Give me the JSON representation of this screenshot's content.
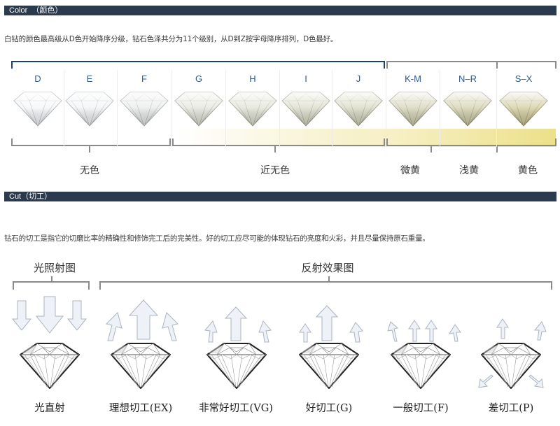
{
  "color_section": {
    "header": "Color  （颜色）",
    "description": "白钻的颜色最高级从D色开始降序分级，钻石色泽共分为11个级别，从D到Z按字母降序排列，D色最好。",
    "grades": [
      {
        "label": "D",
        "tint": "#f4f6f8"
      },
      {
        "label": "E",
        "tint": "#f1f3f5"
      },
      {
        "label": "F",
        "tint": "#ebecec"
      },
      {
        "label": "G",
        "tint": "#e6e7df"
      },
      {
        "label": "H",
        "tint": "#e3e4d8"
      },
      {
        "label": "I",
        "tint": "#dedfcb"
      },
      {
        "label": "J",
        "tint": "#dcdcc4"
      },
      {
        "label": "K-M",
        "tint": "#d8d7b8"
      },
      {
        "label": "N–R",
        "tint": "#d6d3ac"
      },
      {
        "label": "S–X",
        "tint": "#d4cf9c"
      }
    ],
    "categories": [
      {
        "label": "无色",
        "range": "D–F"
      },
      {
        "label": "近无色",
        "range": "G–J"
      },
      {
        "label": "微黄",
        "range": "K–M"
      },
      {
        "label": "浅黄",
        "range": "N–R"
      },
      {
        "label": "黄色",
        "range": "S–X"
      }
    ],
    "colors": {
      "header_bg": "#2c3a4d",
      "grade_text": "#2f5a8f",
      "top_bracket_blue": "#1f3f73",
      "bracket_gray": "#8a8a8a",
      "yellow_band": "#ede39a"
    }
  },
  "cut_section": {
    "header": "Cut（切工）",
    "description": "钻石的切工是指它的切磨比率的精确性和修饰完工后的完美性。好的切工应尽可能的体现钻石的亮度和火彩，并且尽量保持原石重量。",
    "group_labels": {
      "incident": "光照射图",
      "reflection": "反射效果图"
    },
    "grades": [
      {
        "label": "光直射",
        "arrows": "incident"
      },
      {
        "label": "理想切工(EX)",
        "arrows": "ex"
      },
      {
        "label": "非常好切工(VG)",
        "arrows": "vg"
      },
      {
        "label": "好切工(G)",
        "arrows": "g"
      },
      {
        "label": "一般切工(F)",
        "arrows": "f"
      },
      {
        "label": "差切工(P)",
        "arrows": "p"
      }
    ],
    "colors": {
      "arrow_fill": "#eef2f8",
      "arrow_stroke": "#aab4c2",
      "bracket_gray": "#8a8a8a"
    }
  }
}
